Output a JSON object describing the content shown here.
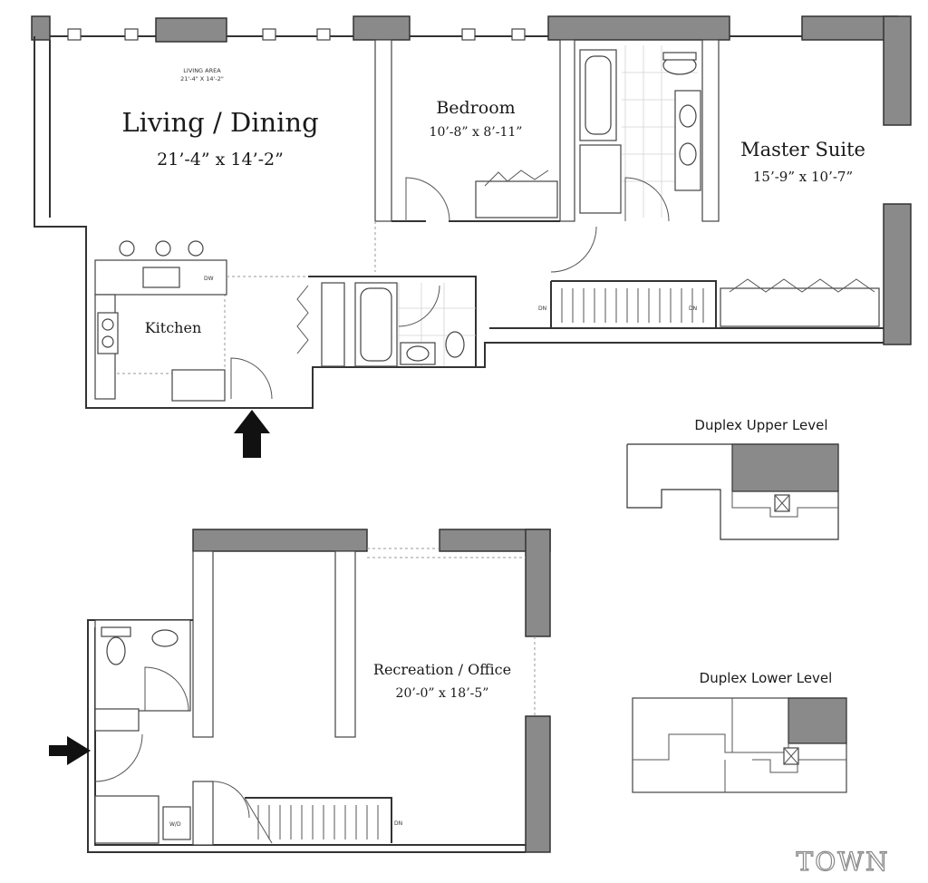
{
  "upper_plan": {
    "rooms": [
      {
        "id": "living",
        "title": "Living / Dining",
        "dims": "21’-4” x 14’-2”",
        "small_label": "LIVING AREA",
        "small_dims": "21'-4\" X 14'-2\""
      },
      {
        "id": "bedroom",
        "title": "Bedroom",
        "dims": "10’-8” x 8’-11”"
      },
      {
        "id": "master",
        "title": "Master Suite",
        "dims": "15’-9” x 10’-7”"
      },
      {
        "id": "kitchen",
        "title": "Kitchen"
      }
    ],
    "marks": {
      "dn": "DN",
      "dw": "DW",
      "stair_dn": "DN"
    }
  },
  "lower_plan": {
    "rooms": [
      {
        "id": "recreation",
        "title": "Recreation / Office",
        "dims": "20’-0” x 18’-5”"
      }
    ],
    "marks": {
      "wd": "W/D",
      "dn": "DN"
    }
  },
  "key_plans": {
    "upper": {
      "title": "Duplex Upper Level"
    },
    "lower": {
      "title": "Duplex Lower Level"
    }
  },
  "watermark": "TOWN",
  "colors": {
    "wall_fill": "#8a8a8a",
    "line": "#333333",
    "arrow": "#111111"
  }
}
